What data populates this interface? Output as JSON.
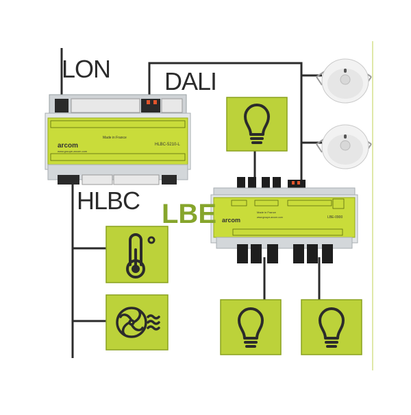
{
  "labels": {
    "lon": "LON",
    "dali": "DALI",
    "hlbc": "HLBC",
    "lbe": "LBE"
  },
  "devices": {
    "hlbc": {
      "brand": "arcom",
      "model": "HLBC-5210-L",
      "website": "www.groupe-arcom.com",
      "made_in": "Made in France"
    },
    "lbe": {
      "brand": "arcom",
      "model": "LBE-0900",
      "website": "www.groupe-arcom.com",
      "made_in": "Made in France"
    }
  },
  "icons": {
    "temperature": "thermometer-icon",
    "fan": "fan-coil-icon",
    "bulb": "light-bulb-icon",
    "sensor": "presence-sensor-icon"
  },
  "colors": {
    "accent_green": "#bcd23a",
    "tile_border": "#8aa11f",
    "lbe_text": "#86a52c",
    "line": "#2b2b2b",
    "divider": "#dfe8a8"
  }
}
